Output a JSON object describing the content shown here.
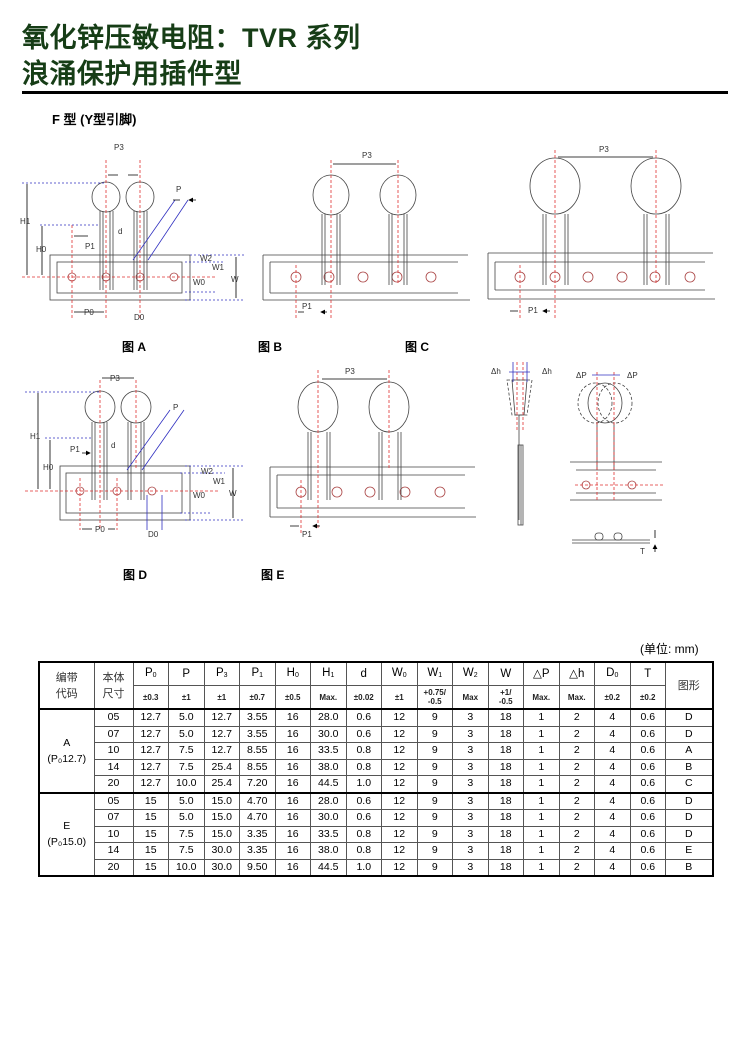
{
  "header": {
    "title_line1": "氧化锌压敏电阻：TVR 系列",
    "title_line2": "浪涌保护用插件型"
  },
  "section_label": "F 型 (Y型引脚)",
  "figures": {
    "A": "图 A",
    "B": "图 B",
    "C": "图 C",
    "D": "图 D",
    "E": "图 E"
  },
  "dim_labels": {
    "P3": "P3",
    "P": "P",
    "H1": "H1",
    "H0": "H0",
    "P1": "P1",
    "d": "d",
    "W2": "W2",
    "W1": "W1",
    "W0": "W0",
    "W": "W",
    "P0": "P0",
    "D0": "D0",
    "dh": "Δh",
    "dp": "ΔP",
    "T": "T"
  },
  "unit_note": "(单位: mm)",
  "colors": {
    "title": "#163d16",
    "centerline": "#e03030",
    "dimline": "#3030c0"
  },
  "table": {
    "col_group": "编带\n代码",
    "col_size": "本体\n尺寸",
    "col_fig": "图形",
    "columns": [
      {
        "sym": "P",
        "sub": "0",
        "tol": "±0.3"
      },
      {
        "sym": "P",
        "sub": "",
        "tol": "±1"
      },
      {
        "sym": "P",
        "sub": "3",
        "tol": "±1"
      },
      {
        "sym": "P",
        "sub": "1",
        "tol": "±0.7"
      },
      {
        "sym": "H",
        "sub": "0",
        "tol": "±0.5"
      },
      {
        "sym": "H",
        "sub": "1",
        "tol": "Max."
      },
      {
        "sym": "d",
        "sub": "",
        "tol": "±0.02"
      },
      {
        "sym": "W",
        "sub": "0",
        "tol": "±1"
      },
      {
        "sym": "W",
        "sub": "1",
        "tol": "+0.75/\n-0.5"
      },
      {
        "sym": "W",
        "sub": "2",
        "tol": "Max"
      },
      {
        "sym": "W",
        "sub": "",
        "tol": "+1/\n-0.5"
      },
      {
        "sym": "△P",
        "sub": "",
        "tol": "Max."
      },
      {
        "sym": "△h",
        "sub": "",
        "tol": "Max."
      },
      {
        "sym": "D",
        "sub": "0",
        "tol": "±0.2"
      },
      {
        "sym": "T",
        "sub": "",
        "tol": "±0.2"
      }
    ],
    "groups": [
      {
        "label": "A\n(P₀12.7)",
        "rows": [
          [
            "05",
            "12.7",
            "5.0",
            "12.7",
            "3.55",
            "16",
            "28.0",
            "0.6",
            "12",
            "9",
            "3",
            "18",
            "1",
            "2",
            "4",
            "0.6",
            "D"
          ],
          [
            "07",
            "12.7",
            "5.0",
            "12.7",
            "3.55",
            "16",
            "30.0",
            "0.6",
            "12",
            "9",
            "3",
            "18",
            "1",
            "2",
            "4",
            "0.6",
            "D"
          ],
          [
            "10",
            "12.7",
            "7.5",
            "12.7",
            "8.55",
            "16",
            "33.5",
            "0.8",
            "12",
            "9",
            "3",
            "18",
            "1",
            "2",
            "4",
            "0.6",
            "A"
          ],
          [
            "14",
            "12.7",
            "7.5",
            "25.4",
            "8.55",
            "16",
            "38.0",
            "0.8",
            "12",
            "9",
            "3",
            "18",
            "1",
            "2",
            "4",
            "0.6",
            "B"
          ],
          [
            "20",
            "12.7",
            "10.0",
            "25.4",
            "7.20",
            "16",
            "44.5",
            "1.0",
            "12",
            "9",
            "3",
            "18",
            "1",
            "2",
            "4",
            "0.6",
            "C"
          ]
        ]
      },
      {
        "label": "E\n(P₀15.0)",
        "rows": [
          [
            "05",
            "15",
            "5.0",
            "15.0",
            "4.70",
            "16",
            "28.0",
            "0.6",
            "12",
            "9",
            "3",
            "18",
            "1",
            "2",
            "4",
            "0.6",
            "D"
          ],
          [
            "07",
            "15",
            "5.0",
            "15.0",
            "4.70",
            "16",
            "30.0",
            "0.6",
            "12",
            "9",
            "3",
            "18",
            "1",
            "2",
            "4",
            "0.6",
            "D"
          ],
          [
            "10",
            "15",
            "7.5",
            "15.0",
            "3.35",
            "16",
            "33.5",
            "0.8",
            "12",
            "9",
            "3",
            "18",
            "1",
            "2",
            "4",
            "0.6",
            "D"
          ],
          [
            "14",
            "15",
            "7.5",
            "30.0",
            "3.35",
            "16",
            "38.0",
            "0.8",
            "12",
            "9",
            "3",
            "18",
            "1",
            "2",
            "4",
            "0.6",
            "E"
          ],
          [
            "20",
            "15",
            "10.0",
            "30.0",
            "9.50",
            "16",
            "44.5",
            "1.0",
            "12",
            "9",
            "3",
            "18",
            "1",
            "2",
            "4",
            "0.6",
            "B"
          ]
        ]
      }
    ]
  }
}
